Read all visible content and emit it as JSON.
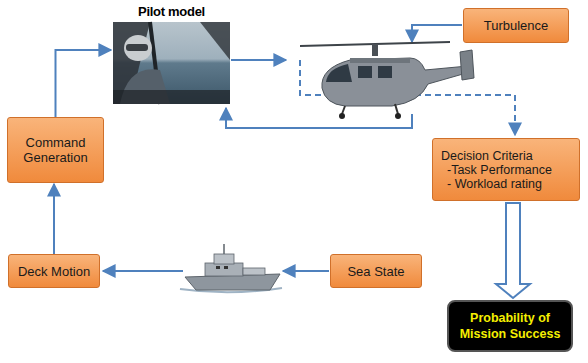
{
  "diagram": {
    "nodes": [
      {
        "text": [
          "Turbulence"
        ]
      },
      {
        "text": [
          "Pilot model"
        ]
      },
      {
        "text": [
          "Command Generation"
        ]
      },
      {
        "text": [
          "Decision Criteria",
          "-Task Performance",
          "- Workload rating"
        ]
      },
      {
        "text": [
          "Deck Motion"
        ]
      },
      {
        "text": [
          "Sea State"
        ]
      },
      {
        "text": [
          "Probability of Mission Success"
        ]
      }
    ],
    "edges": [
      {
        "from": 2,
        "to": 1,
        "arrow": "to"
      },
      {
        "from": 4,
        "to": 2,
        "arrow": "to"
      },
      {
        "from": 3,
        "to": 6,
        "arrow": "to"
      }
    ]
  }
}
